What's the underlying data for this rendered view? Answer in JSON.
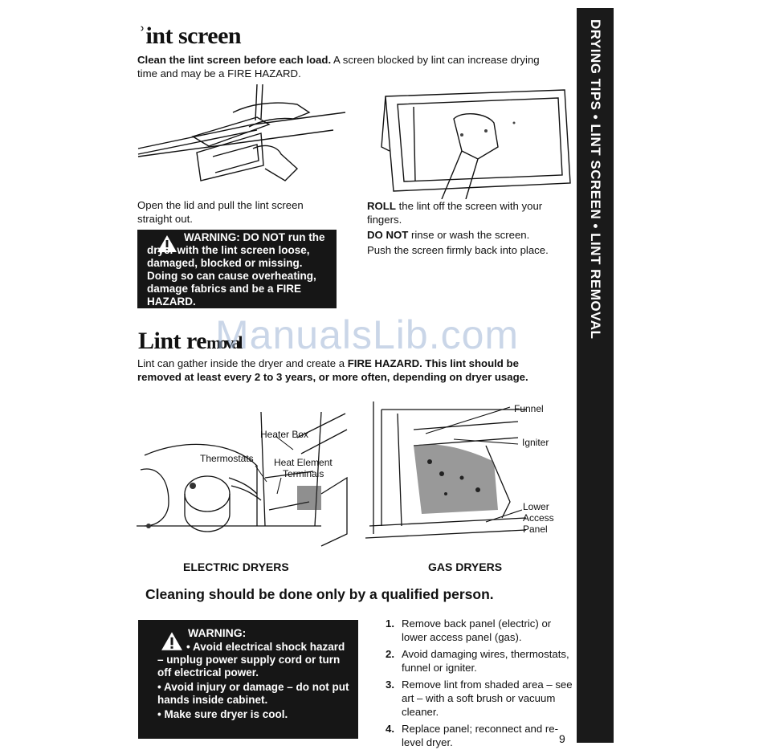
{
  "lint_screen": {
    "title": "ʾint screen",
    "intro_bold": "Clean the lint screen before each load.",
    "intro_rest": " A screen blocked by lint can increase drying time and may be a FIRE HAZARD.",
    "caption_left": "Open the lid and pull the lint screen straight out.",
    "roll_bold": "ROLL",
    "roll_rest": " the lint off the screen with your fingers.",
    "donot_bold": "DO NOT",
    "donot_rest": " rinse or wash the screen.",
    "push": "Push the screen firmly back into place.",
    "warning": "WARNING: DO NOT run the dryer with the lint screen loose, damaged, blocked or missing. Doing so can cause overheating, damage fabrics and be a FIRE HAZARD."
  },
  "lint_removal": {
    "title": "Lint re",
    "title_smudge": "moval",
    "intro_rest": "Lint can gather inside the dryer and create a ",
    "intro_bold1": "FIRE HAZARD. This lint should be removed at least every 2 to 3 years, or more often, depending on dryer usage.",
    "labels": {
      "heater_box": "Heater Box",
      "thermostats": "Thermostats",
      "heat_element": "Heat Element",
      "terminals": "Terminals",
      "funnel": "Funnel",
      "igniter": "Igniter",
      "lower": "Lower",
      "access": "Access",
      "panel": "Panel"
    },
    "caption_electric": "ELECTRIC DRYERS",
    "caption_gas": "GAS DRYERS",
    "qualified": "Cleaning should be done only by a qualified person.",
    "warning_title": "WARNING:",
    "warning_lines": [
      "• Avoid electrical shock hazard – unplug power supply cord or turn off electrical power.",
      "• Avoid injury or damage – do not put hands inside cabinet.",
      "• Make sure dryer is cool."
    ],
    "steps": [
      {
        "num": "1.",
        "text": "Remove back panel (electric) or lower access panel (gas)."
      },
      {
        "num": "2.",
        "text": "Avoid damaging wires, thermostats, funnel or igniter."
      },
      {
        "num": "3.",
        "text": "Remove lint from shaded area – see art – with a soft brush or vacuum cleaner."
      },
      {
        "num": "4.",
        "text": "Replace panel; reconnect and re-level dryer."
      }
    ]
  },
  "side_tab": "DRYING TIPS • LINT SCREEN • LINT REMOVAL",
  "page_number": "9",
  "watermark": "ManualsLib.com",
  "colors": {
    "warning_bg": "#161616",
    "watermark": "#9fb6d6"
  }
}
